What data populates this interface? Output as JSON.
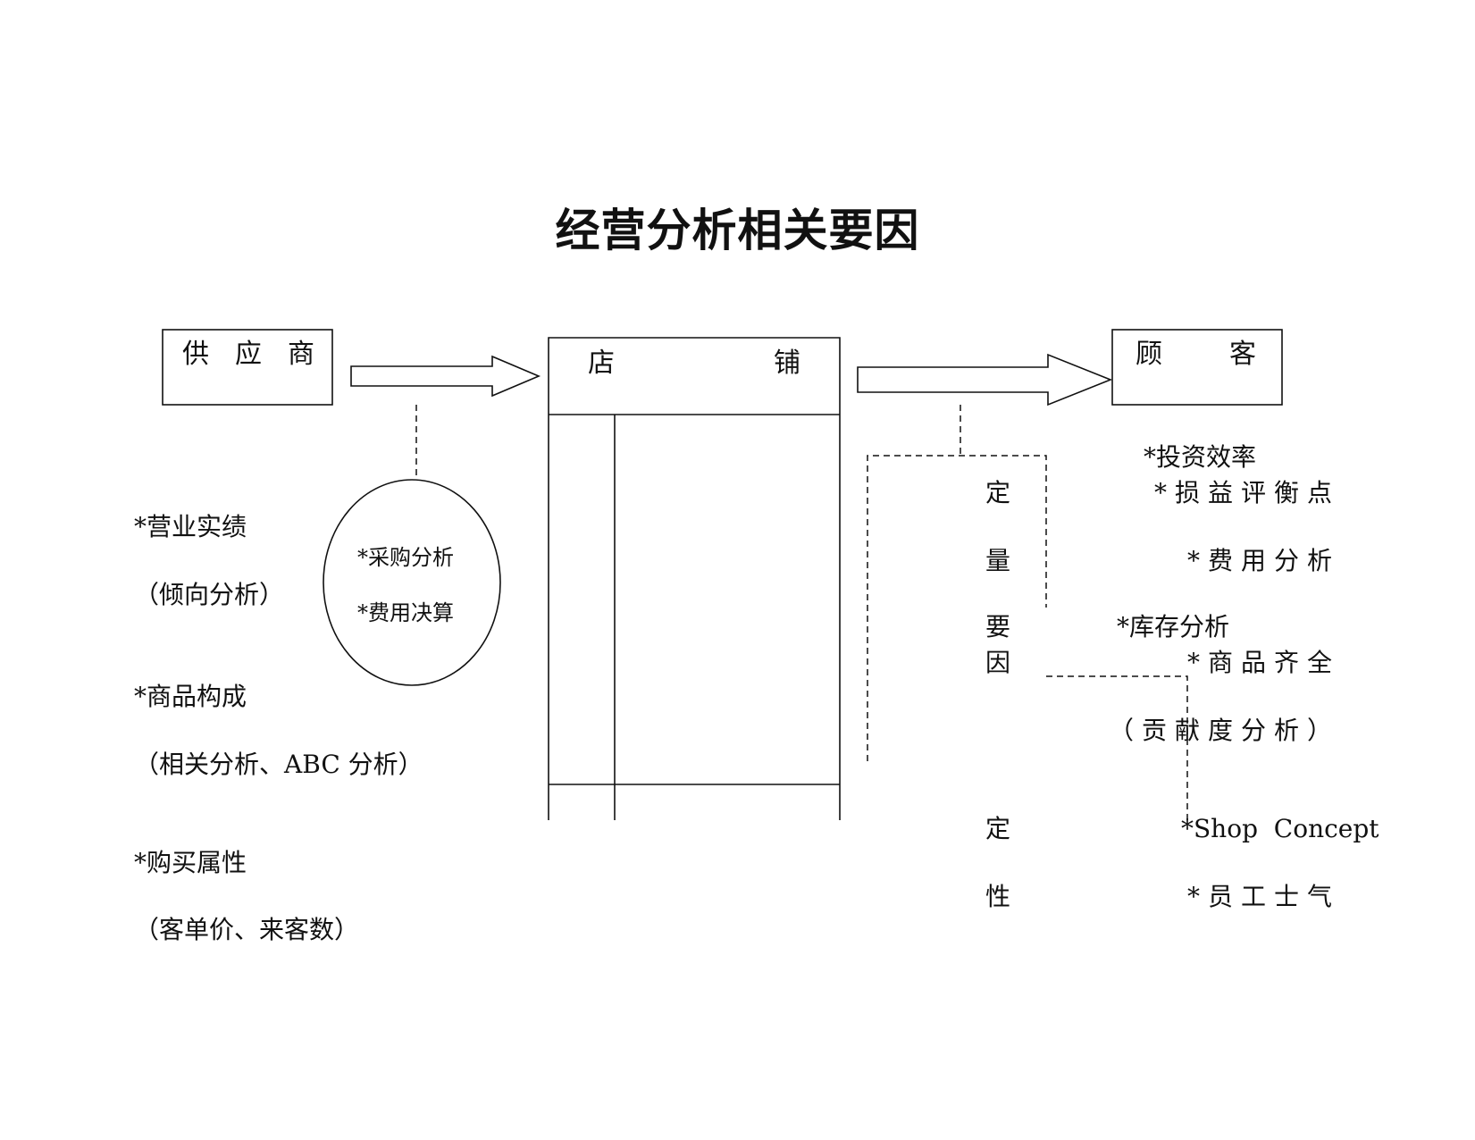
{
  "title": "经营分析相关要因",
  "boxes": {
    "supplier": [
      "供",
      "应",
      "商"
    ],
    "store": [
      "店",
      "铺"
    ],
    "customer": [
      "顾",
      "客"
    ]
  },
  "supplier_oval": {
    "items": [
      "*采购分析",
      "*费用决算"
    ]
  },
  "left_factors": [
    {
      "heading": "*营业实绩",
      "detail": "（倾向分析）"
    },
    {
      "heading": "*商品构成",
      "detail": "（相关分析、ABC 分析）"
    },
    {
      "heading": "*购买属性",
      "detail": "（客单价、来客数）"
    }
  ],
  "quantitative": {
    "label_chars": [
      "定",
      "量",
      "要",
      "因"
    ],
    "items": [
      "*投资效率",
      "*损益评衡点",
      "*费用分析",
      "*库存分析",
      "*商品齐全",
      "（贡献度分析）"
    ]
  },
  "qualitative": {
    "label_chars": [
      "定",
      "性"
    ],
    "items": [
      "*Shop  Concept",
      "*员工士气"
    ]
  }
}
